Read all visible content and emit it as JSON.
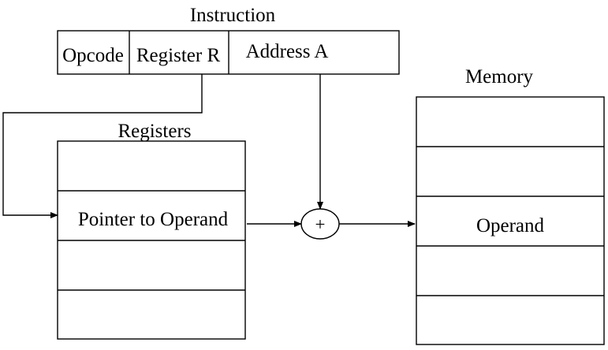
{
  "instruction": {
    "title": "Instruction",
    "fields": {
      "opcode": "Opcode",
      "register": "Register R",
      "address": "Address A"
    }
  },
  "registers": {
    "title": "Registers",
    "pointer_label": "Pointer to Operand"
  },
  "adder": {
    "symbol": "+"
  },
  "memory": {
    "title": "Memory",
    "operand_label": "Operand"
  }
}
